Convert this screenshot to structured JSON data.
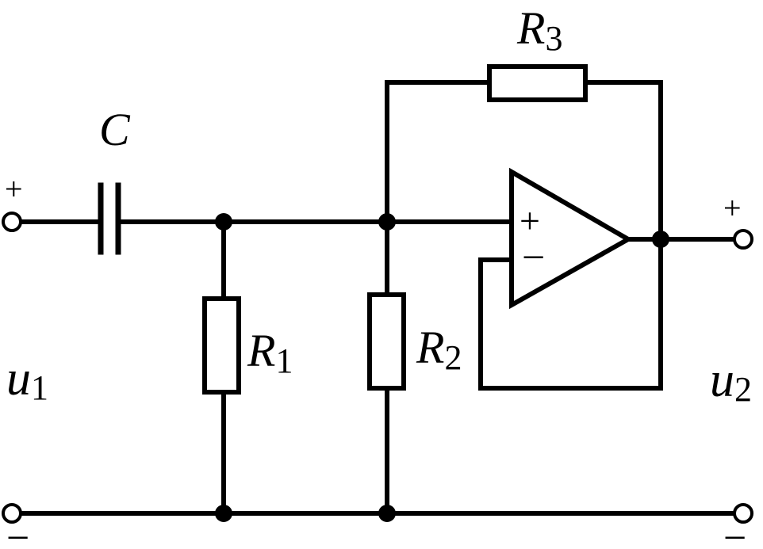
{
  "labels": {
    "capacitor": "C",
    "r1_main": "R",
    "r1_sub": "1",
    "r2_main": "R",
    "r2_sub": "2",
    "r3_main": "R",
    "r3_sub": "3",
    "u1_main": "u",
    "u1_sub": "1",
    "u2_main": "u",
    "u2_sub": "2"
  },
  "signs": {
    "input_plus": "+",
    "input_minus": "−",
    "output_plus": "+",
    "output_minus": "−",
    "opamp_noninverting": "+",
    "opamp_inverting": "−"
  }
}
